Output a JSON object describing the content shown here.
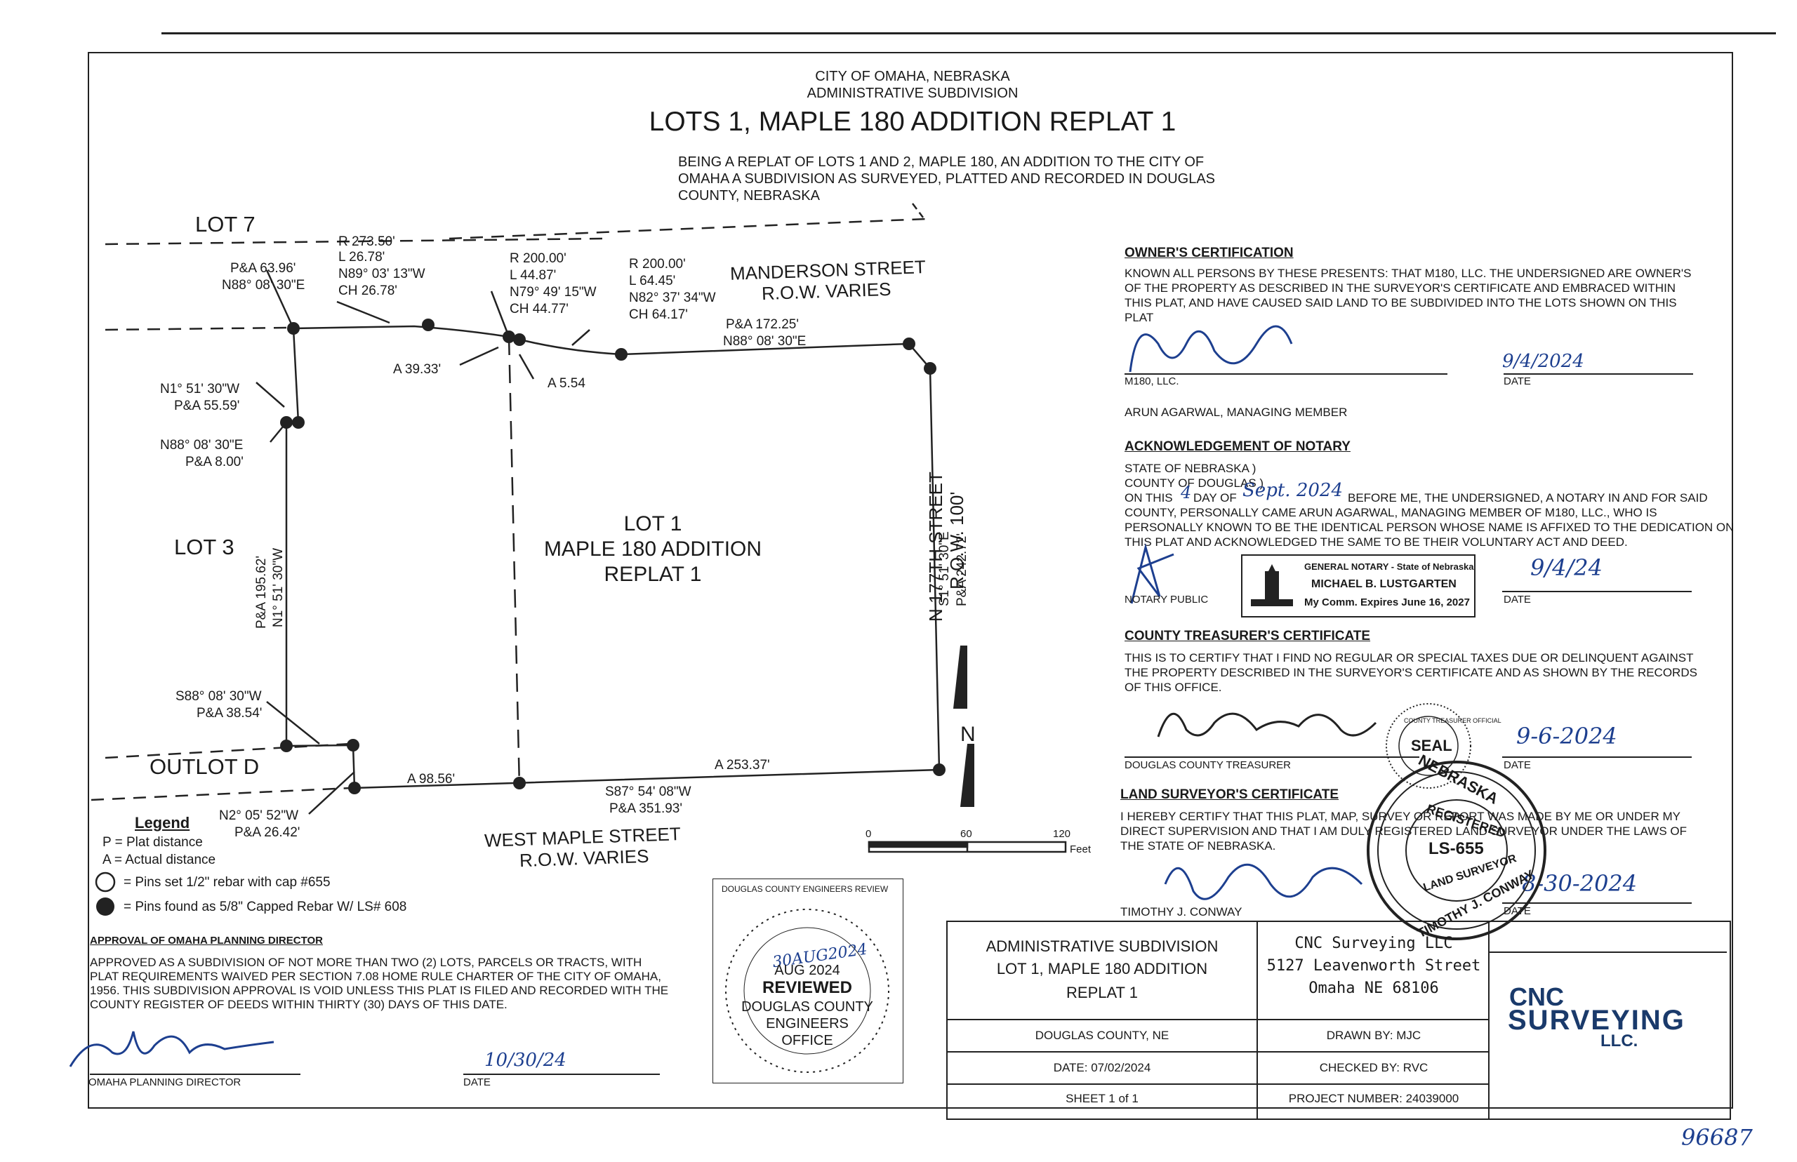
{
  "header": {
    "city": "CITY OF OMAHA, NEBRASKA",
    "subtitle": "ADMINISTRATIVE SUBDIVISION",
    "title": "LOTS 1, MAPLE 180 ADDITION REPLAT 1",
    "desc_1": "BEING A REPLAT OF LOTS 1 AND 2, MAPLE 180, AN ADDITION TO THE CITY OF",
    "desc_2": "OMAHA A SUBDIVISION AS SURVEYED, PLATTED AND RECORDED IN DOUGLAS",
    "desc_3": "COUNTY, NEBRASKA"
  },
  "plat": {
    "lot7": "LOT 7",
    "lot3": "LOT 3",
    "outlot_d": "OUTLOT D",
    "lot1_l1": "LOT 1",
    "lot1_l2": "MAPLE 180 ADDITION",
    "lot1_l3": "REPLAT 1",
    "manderson_1": "MANDERSON STREET",
    "manderson_2": "R.O.W. VARIES",
    "maple_1": "WEST MAPLE STREET",
    "maple_2": "R.O.W. VARIES",
    "n177_1": "N 177TH STREET",
    "n177_2": "R.O.W. 100'",
    "curve1": [
      "R 273.50'",
      "L 26.78'",
      "N89° 03' 13\"W",
      "CH 26.78'"
    ],
    "curve2": [
      "R 200.00'",
      "L 44.87'",
      "N79° 49' 15\"W",
      "CH 44.77'"
    ],
    "curve3": [
      "R 200.00'",
      "L 64.45'",
      "N82° 37' 34\"W",
      "CH 64.17'"
    ],
    "nw_pa": "P&A 63.96'",
    "nw_bearing": "N88° 08' 30\"E",
    "north_pa": "P&A 172.25'",
    "north_bearing": "N88° 08' 30\"E",
    "a_39": "A 39.33'",
    "a_554": "A 5.54",
    "w1_bearing": "N1° 51' 30\"W",
    "w1_pa": "P&A 55.59'",
    "w2_bearing": "N88° 08' 30\"E",
    "w2_pa": "P&A 8.00'",
    "w3_pa": "P&A 195.62'",
    "w3_bearing": "N1° 51' 30\"W",
    "sw_bearing": "S88° 08' 30\"W",
    "sw_pa": "P&A 38.54'",
    "s_small_bearing": "N2° 05' 52\"W",
    "s_small_pa": "P&A 26.42'",
    "a_9856": "A 98.56'",
    "a_25337": "A 253.37'",
    "south_bearing": "S87° 54' 08\"W",
    "south_pa": "P&A 351.93'",
    "east_bearing": "S1° 51' 30\"E",
    "east_pa": "P&A 242.72'",
    "north_arrow": "N",
    "scale_0": "0",
    "scale_60": "60",
    "scale_120": "120",
    "scale_unit": "Feet"
  },
  "legend": {
    "title": "Legend",
    "p": "P = Plat distance",
    "a": "A = Actual distance",
    "open": "= Pins set 1/2\" rebar with cap #655",
    "filled": "= Pins found as 5/8\" Capped Rebar W/ LS# 608"
  },
  "planning": {
    "heading": "APPROVAL OF OMAHA PLANNING DIRECTOR",
    "text_1": "APPROVED AS A SUBDIVISION OF NOT MORE THAN TWO (2) LOTS, PARCELS OR TRACTS, WITH",
    "text_2": "PLAT REQUIREMENTS WAIVED PER SECTION 7.08 HOME RULE CHARTER OF THE CITY OF OMAHA,",
    "text_3": "1956. THIS SUBDIVISION APPROVAL IS VOID UNLESS THIS PLAT IS FILED AND RECORDED WITH THE",
    "text_4": "COUNTY REGISTER OF DEEDS WITHIN THIRTY (30) DAYS OF THIS DATE.",
    "signer": "OMAHA PLANNING DIRECTOR",
    "date_label": "DATE",
    "date_value": "10/30/24"
  },
  "review_stamp": {
    "heading": "DOUGLAS COUNTY ENGINEERS REVIEW",
    "date_hand": "30AUG2024",
    "month": "AUG 2024",
    "reviewed": "REVIEWED",
    "line1": "DOUGLAS COUNTY",
    "line2": "ENGINEERS",
    "line3": "OFFICE"
  },
  "owner": {
    "heading": "OWNER'S CERTIFICATION",
    "text_1": "KNOWN ALL PERSONS BY THESE PRESENTS: THAT M180, LLC. THE UNDERSIGNED ARE OWNER'S",
    "text_2": "OF THE PROPERTY AS DESCRIBED IN THE SURVEYOR'S CERTIFICATE AND EMBRACED WITHIN",
    "text_3": "THIS PLAT, AND HAVE CAUSED SAID LAND TO BE SUBDIVIDED INTO THE LOTS SHOWN ON THIS",
    "text_4": "PLAT",
    "signer_label": "M180, LLC.",
    "date_label": "DATE",
    "date_value": "9/4/2024",
    "name": "ARUN AGARWAL, MANAGING MEMBER"
  },
  "notary": {
    "heading": "ACKNOWLEDGEMENT OF NOTARY",
    "state": "STATE OF NEBRASKA )",
    "county": "COUNTY OF DOUGLAS )",
    "on_this": "ON THIS",
    "day": "4",
    "day_of": "DAY OF",
    "month_hand": "Sept. 2024",
    "text_1": "BEFORE ME, THE UNDERSIGNED, A NOTARY IN AND FOR SAID",
    "text_2": "COUNTY, PERSONALLY CAME ARUN AGARWAL, MANAGING MEMBER OF M180, LLC., WHO IS",
    "text_3": "PERSONALLY KNOWN TO BE THE IDENTICAL PERSON WHOSE NAME IS AFFIXED TO THE DEDICATION ON",
    "text_4": "THIS PLAT AND ACKNOWLEDGED THE SAME TO BE THEIR VOLUNTARY ACT AND DEED.",
    "stamp_1": "GENERAL NOTARY - State of Nebraska",
    "stamp_2": "MICHAEL B. LUSTGARTEN",
    "stamp_3": "My Comm. Expires June 16, 2027",
    "public_label": "NOTARY PUBLIC",
    "date_label": "DATE",
    "date_value": "9/4/24"
  },
  "treasurer": {
    "heading": "COUNTY TREASURER'S CERTIFICATE",
    "text_1": "THIS IS TO CERTIFY THAT I FIND NO REGULAR OR SPECIAL TAXES DUE OR DELINQUENT AGAINST",
    "text_2": "THE PROPERTY DESCRIBED IN THE SURVEYOR'S CERTIFICATE AND AS SHOWN BY THE RECORDS",
    "text_3": "OF THIS OFFICE.",
    "signer_label": "DOUGLAS COUNTY TREASURER",
    "date_label": "DATE",
    "date_value": "9-6-2024",
    "seal": "SEAL",
    "seal_ring": "COUNTY TREASURER OFFICIAL"
  },
  "surveyor": {
    "heading": "LAND SURVEYOR'S CERTIFICATE",
    "text_1": "I HEREBY CERTIFY THAT THIS PLAT, MAP, SURVEY OR REPORT WAS MADE BY ME OR UNDER MY",
    "text_2": "DIRECT SUPERVISION AND THAT I AM DULY REGISTERED LAND SURVEYOR UNDER THE LAWS OF",
    "text_3": "THE STATE OF NEBRASKA.",
    "signer": "TIMOTHY J. CONWAY",
    "date_label": "DATE",
    "date_value": "8-30-2024",
    "seal_top": "NEBRASKA",
    "seal_mid1": "REGISTERED",
    "seal_id": "LS-655",
    "seal_mid2": "LAND SURVEYOR",
    "seal_bottom": "TIMOTHY J. CONWAY"
  },
  "titleblock": {
    "c1_1": "ADMINISTRATIVE SUBDIVISION",
    "c1_2": "LOT 1, MAPLE 180 ADDITION",
    "c1_3": "REPLAT 1",
    "c2_1": "CNC Surveying LLC",
    "c2_2": "5127 Leavenworth Street",
    "c2_3": "Omaha NE 68106",
    "county": "DOUGLAS COUNTY, NE",
    "drawn": "DRAWN BY: MJC",
    "date": "DATE: 07/02/2024",
    "checked": "CHECKED BY: RVC",
    "sheet": "SHEET 1 of 1",
    "project": "PROJECT NUMBER: 24039000",
    "logo_1": "CNC",
    "logo_2": "SURVEYING",
    "logo_3": "LLC."
  },
  "margin_note": "96687"
}
